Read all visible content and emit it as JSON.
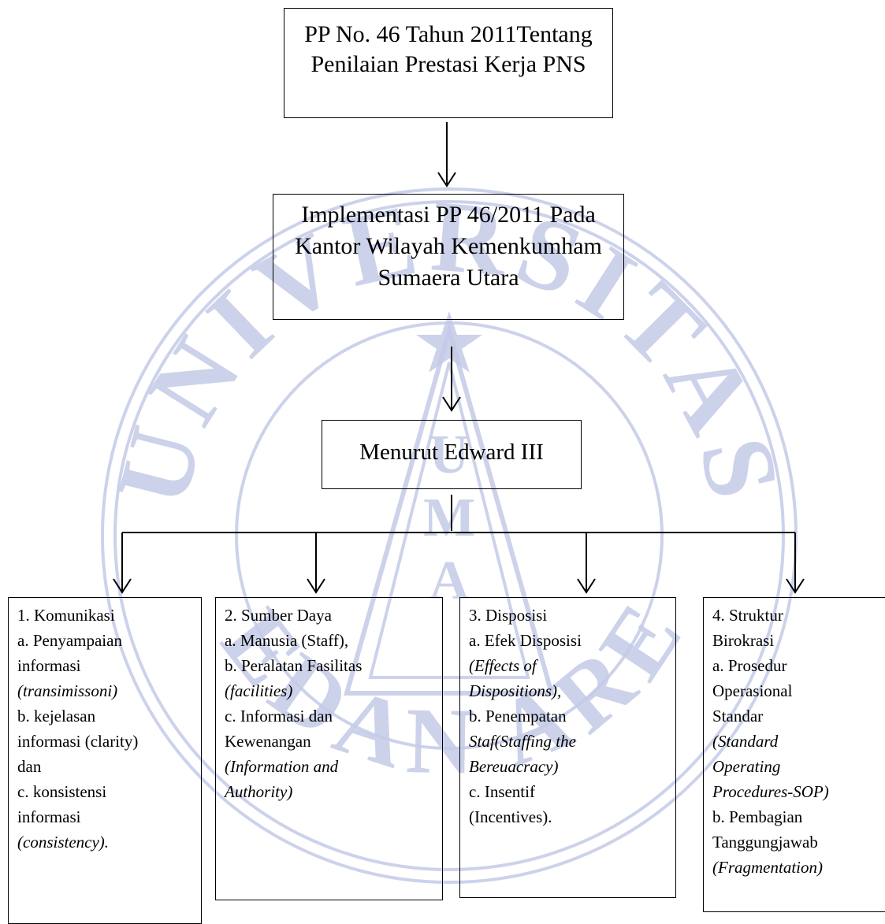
{
  "boxes": {
    "top": {
      "lines": [
        "PP No. 46 Tahun 2011Tentang",
        "Penilaian Prestasi Kerja PNS"
      ]
    },
    "middle": {
      "lines": [
        "Implementasi PP 46/2011 Pada",
        "Kantor Wilayah Kemenkumham",
        "Sumaera Utara"
      ]
    },
    "menurut": {
      "label": "Menurut Edward III"
    }
  },
  "factors": [
    {
      "lines": [
        {
          "text": "1. Komunikasi",
          "italic": false
        },
        {
          "text": "a. Penyampaian",
          "italic": false
        },
        {
          "text": "informasi",
          "italic": false
        },
        {
          "text": "(transimissoni)",
          "italic": true
        },
        {
          "text": "b. kejelasan",
          "italic": false
        },
        {
          "text": "informasi (clarity)",
          "italic": false
        },
        {
          "text": "dan",
          "italic": false
        },
        {
          "text": "c. konsistensi",
          "italic": false
        },
        {
          "text": "informasi",
          "italic": false
        },
        {
          "text": "(consistency).",
          "italic": true
        }
      ]
    },
    {
      "lines": [
        {
          "text": "2. Sumber Daya",
          "italic": false
        },
        {
          "text": "a. Manusia (Staff),",
          "italic": false
        },
        {
          "text": "b. Peralatan Fasilitas",
          "italic": false
        },
        {
          "text": "(facilities)",
          "italic": true
        },
        {
          "text": "c. Informasi dan",
          "italic": false
        },
        {
          "text": "Kewenangan",
          "italic": false
        },
        {
          "text": "(Information and",
          "italic": true
        },
        {
          "text": "Authority)",
          "italic": true
        }
      ]
    },
    {
      "lines": [
        {
          "text": "3. Disposisi",
          "italic": false
        },
        {
          "text": "a. Efek Disposisi",
          "italic": false
        },
        {
          "text": "(Effects of",
          "italic": true
        },
        {
          "text": "Dispositions),",
          "italic": true
        },
        {
          "text": "b. Penempatan",
          "italic": false
        },
        {
          "text": "Staf(Staffing the",
          "italic": true
        },
        {
          "text": "Bereuacracy)",
          "italic": true
        },
        {
          "text": "c. Insentif",
          "italic": false
        },
        {
          "text": "(Incentives).",
          "italic": false
        }
      ]
    },
    {
      "lines": [
        {
          "text": "4. Struktur",
          "italic": false
        },
        {
          "text": "Birokrasi",
          "italic": false
        },
        {
          "text": "a. Prosedur",
          "italic": false
        },
        {
          "text": "Operasional",
          "italic": false
        },
        {
          "text": "Standar",
          "italic": false
        },
        {
          "text": "(Standard",
          "italic": true
        },
        {
          "text": "Operating",
          "italic": true
        },
        {
          "text": "Procedures-SOP)",
          "italic": true
        },
        {
          "text": "b. Pembagian",
          "italic": false
        },
        {
          "text": "Tanggungjawab",
          "italic": false
        },
        {
          "text": "(Fragmentation)",
          "italic": true
        }
      ]
    }
  ],
  "watermark": {
    "arc_top": "UNIVERSITAS",
    "arc_bottom": "MEDAN AREA",
    "center_letters": [
      "U",
      "M",
      "A"
    ],
    "color": "#c5cbe8"
  }
}
